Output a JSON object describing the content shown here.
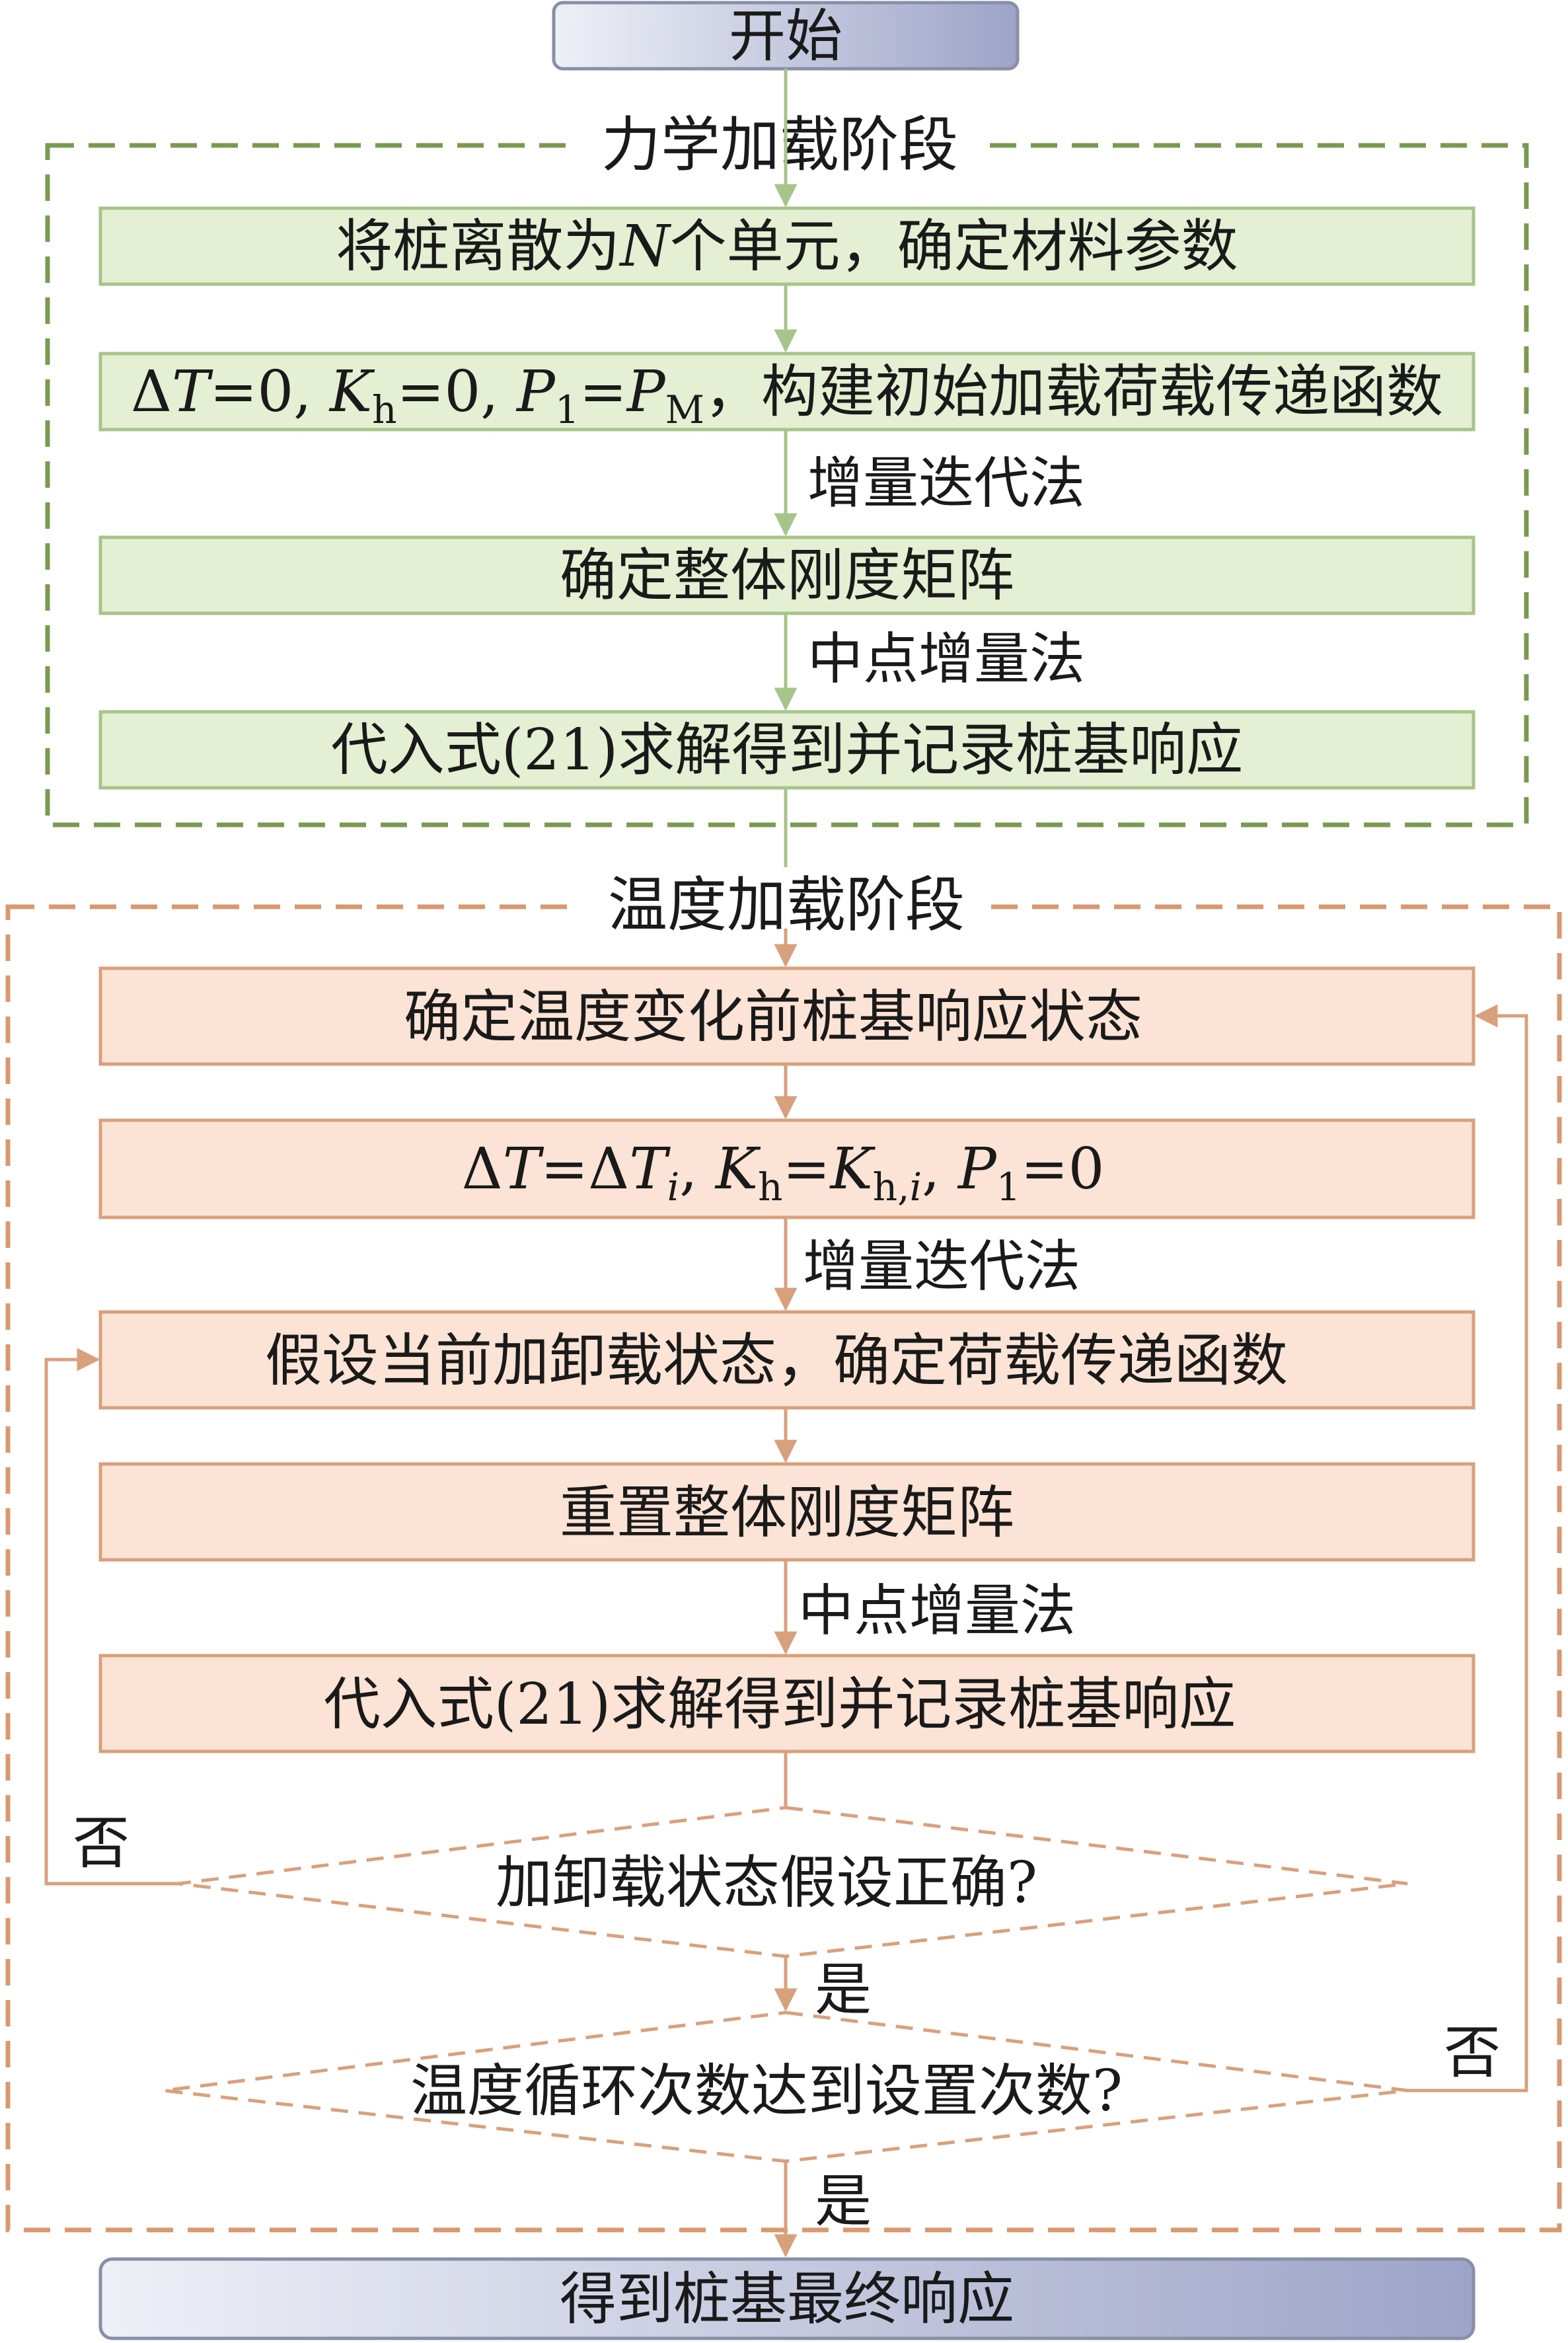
{
  "start": "开始",
  "end": "得到桩基最终响应",
  "stage1": {
    "title": "力学加载阶段",
    "box1": {
      "pre": "将桩离散为",
      "var": "N",
      "post": "个单元，确定材料参数"
    },
    "box2": {
      "t1": "Δ",
      "t2": "T",
      "t3": "=0, ",
      "t4": "K",
      "t5": "h",
      "t6": "=0, ",
      "t7": "P",
      "t8": "1",
      "t9": "=",
      "t10": "P",
      "t11": "M",
      "t12": "，构建初始加载荷载传递函数"
    },
    "label1": "增量迭代法",
    "box3": "确定整体刚度矩阵",
    "label2": "中点增量法",
    "box4": "代入式(21)求解得到并记录桩基响应"
  },
  "stage2": {
    "title": "温度加载阶段",
    "box1": "确定温度变化前桩基响应状态",
    "box2": {
      "t1": "Δ",
      "t2": "T",
      "t3": "=Δ",
      "t4": "T",
      "t5": "i",
      "t6": ", ",
      "t7": "K",
      "t8": "h",
      "t9": "=",
      "t10": "K",
      "t11": "h,",
      "t12": "i",
      "t13": ", ",
      "t14": "P",
      "t15": "1",
      "t16": "=0"
    },
    "label1": "增量迭代法",
    "box3": "假设当前加卸载状态，确定荷载传递函数",
    "box4": "重置整体刚度矩阵",
    "label2": "中点增量法",
    "box5": "代入式(21)求解得到并记录桩基响应",
    "decision1": "加卸载状态假设正确?",
    "decision2": "温度循环次数达到设置次数?",
    "no1": "否",
    "yes1": "是",
    "no2": "否",
    "yes2": "是"
  },
  "colors": {
    "green_border": "#7a9a4f",
    "green_fill": "#e4efd3",
    "orange_border": "#d9986f",
    "orange_fill": "#fbe3d5",
    "terminal_fill": "#d0d3e8",
    "terminal_border": "#8a8fa8",
    "green_arrow": "#a7c48a",
    "orange_arrow": "#d9a07c"
  }
}
